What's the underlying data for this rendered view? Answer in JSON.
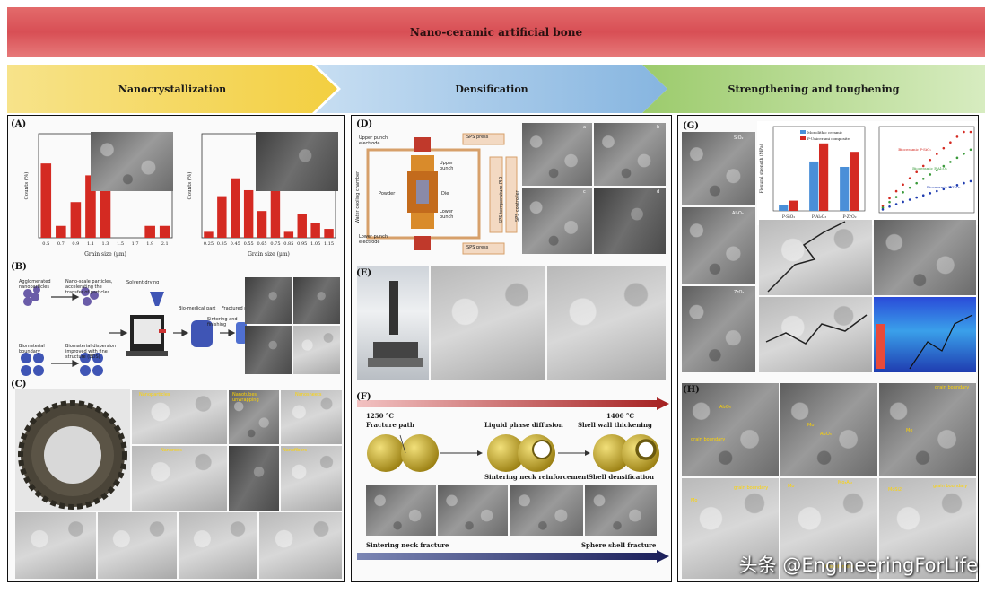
{
  "title": "Nano-ceramic artificial bone",
  "bands": {
    "nano": "Nanocrystallization",
    "dens": "Densification",
    "str": "Strengthening and toughening"
  },
  "colors": {
    "title_red": "#d84f55",
    "band_yellow": "#f2d65a",
    "band_blue": "#9cc6e8",
    "band_green": "#a6d07a",
    "bar_red": "#d42a22",
    "bar_blue": "#4a8fd8"
  },
  "left": {
    "labels": [
      "(A)",
      "(B)",
      "(C)"
    ],
    "xlabel": "Grain size (μm)",
    "ylabel": "Counts (%)",
    "hist1": {
      "categories": [
        "0.5",
        "0.7",
        "0.9",
        "1.1",
        "1.3",
        "1.5",
        "1.7",
        "1.9",
        "2.1"
      ],
      "values": [
        25,
        4,
        12,
        21,
        29,
        0,
        0,
        4,
        4
      ]
    },
    "hist2": {
      "categories": [
        "0.25",
        "0.35",
        "0.45",
        "0.55",
        "0.65",
        "0.75",
        "0.85",
        "0.95",
        "1.05",
        "1.15"
      ],
      "values": [
        2,
        14,
        20,
        16,
        9,
        18,
        2,
        8,
        5,
        3
      ]
    },
    "b_text": [
      "Agglomerated nanoparticles",
      "Nano-scale particles, accelerating the transfer of particles",
      "Solvent drying",
      "Biomaterial boundary",
      "Biomaterial dispersion improved with fine structure (BDS)",
      "Bio-medical part",
      "Sintering and finishing",
      "Fractured part"
    ],
    "c_text": [
      "Nanorods",
      "Nanoparticles",
      "Nanotubes unwrapping",
      "Nanosheets",
      "Nanowires",
      "Nanofibers"
    ]
  },
  "mid": {
    "labels": [
      "(D)",
      "(E)",
      "(F)"
    ],
    "d_text": [
      "Upper punch electrode",
      "SPS press",
      "Upper punch",
      "Powder",
      "Die",
      "Lower punch",
      "Lower punch electrode",
      "Water cooling chamber",
      "SPS temperature PID",
      "SPS controller"
    ],
    "d_letters": [
      "a",
      "b",
      "c",
      "d"
    ],
    "f_temps": [
      "1250 °C",
      "1400 °C"
    ],
    "f_top": [
      "Fracture path",
      "Liquid phase diffusion",
      "Shell wall thickening"
    ],
    "f_mid": [
      "Sintering neck reinforcement",
      "Shell densification"
    ],
    "f_bottom": [
      "Sintering neck fracture",
      "Sphere shell fracture"
    ]
  },
  "right": {
    "labels": [
      "(G)",
      "(H)"
    ],
    "g_phases": [
      "SiO₂",
      "Al₂O₃",
      "ZrO₂"
    ],
    "g_legend": [
      "Monolithic ceramic",
      "P-Unicerami composite"
    ],
    "g_bar_categories": [
      "P-SiO₂",
      "P-Al₂O₃",
      "P-ZrO₂"
    ],
    "g_bar_series": [
      {
        "name": "Monolithic ceramic",
        "values": [
          10,
          82,
          73
        ]
      },
      {
        "name": "P-Unicerami composite",
        "values": [
          17,
          112,
          98
        ]
      }
    ],
    "g_bar_ylim": [
      0,
      140
    ],
    "g_bar_ylabel": "Flexural strength (MPa)",
    "g_line_series": [
      "Bioceramic P-SiO₂",
      "Bioceramic P-Al₂O₃",
      "Bioceramic P-ZrO₂"
    ],
    "h_text": [
      "Al₂O₃",
      "grain boundary",
      "Mo",
      "Moly",
      "Mo₃Al₂",
      "Closeformite",
      "MoSi2"
    ]
  },
  "watermark": "头条 @EngineeringForLife"
}
